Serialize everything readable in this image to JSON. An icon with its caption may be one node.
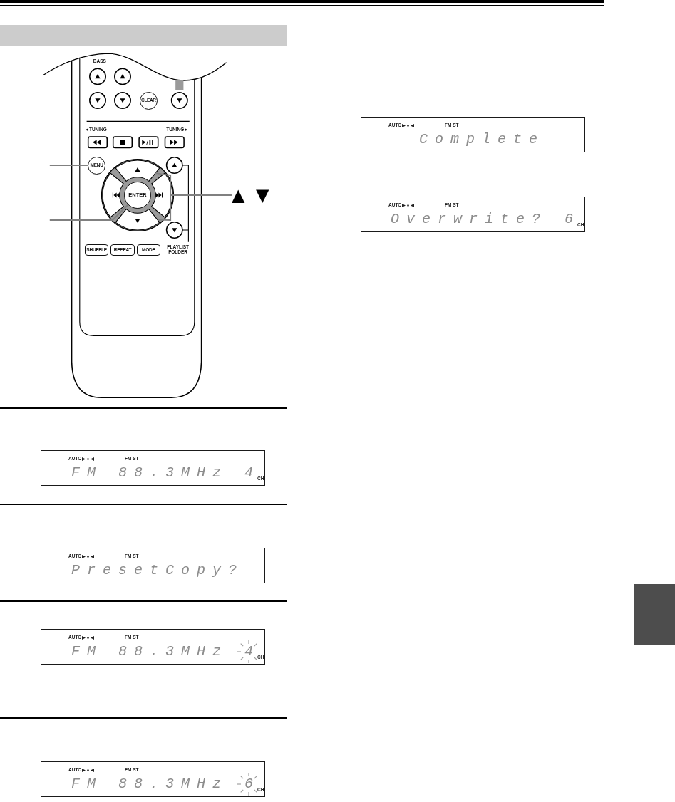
{
  "diagram": {
    "nodes": [
      {
        "text": [],
        "shape": "bar"
      },
      {
        "text": [],
        "shape": "picture"
      },
      {
        "text": [
          "CLEAR"
        ],
        "in": 1
      },
      {
        "text": [
          "MENU"
        ],
        "in": 1
      },
      {
        "text": [],
        "shape": "button",
        "in": 1
      },
      {
        "text": [
          "ENTER"
        ],
        "in": 1
      },
      {
        "text": [],
        "shape": "button",
        "in": 1
      },
      {
        "text": [
          "SHUFFLE"
        ],
        "in": 1
      },
      {
        "text": [
          "REPEAT"
        ],
        "in": 1
      },
      {
        "text": [
          "MODE"
        ],
        "in": 1
      },
      {
        "text": [
          "▲ ▼"
        ]
      },
      {
        "text": [
          "AUTO",
          "FM ST",
          "FM 88.3MHz",
          "4",
          "CH"
        ]
      },
      {
        "text": [
          "AUTO",
          "FM ST",
          "PresetCopy?"
        ]
      },
      {
        "text": [
          "AUTO",
          "FM ST",
          "FM 88.3MHz",
          "4",
          "CH"
        ]
      },
      {
        "text": [
          "AUTO",
          "FM ST",
          "FM 88.3MHz",
          "6",
          "CH"
        ]
      },
      {
        "text": [
          "AUTO",
          "FM ST",
          "Complete"
        ]
      },
      {
        "text": [
          "AUTO",
          "FM ST",
          "Overwrite?",
          "6",
          "CH"
        ]
      },
      {
        "text": [],
        "shape": "bar"
      }
    ],
    "edges": [
      {
        "from": null,
        "to": 3,
        "arrow": "none"
      },
      {
        "from": null,
        "to": 5,
        "arrow": "none"
      },
      {
        "from": 10,
        "to": 4,
        "arrow": "none"
      },
      {
        "from": 10,
        "to": 6,
        "arrow": "none"
      }
    ],
    "labels": [
      "BASS",
      "◄TUNING",
      "TUNING►",
      "PLAYLIST FOLDER"
    ]
  }
}
